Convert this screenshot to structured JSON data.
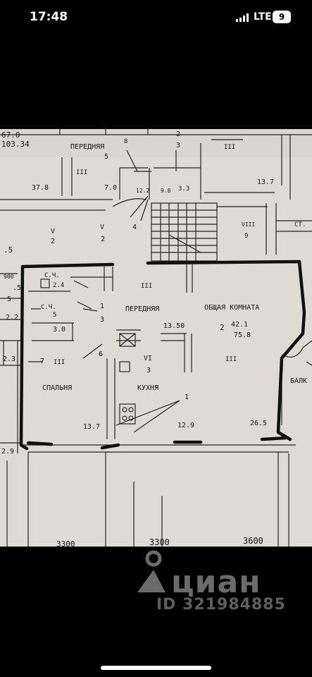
{
  "status_bar": {
    "time": "17:48",
    "network": "LTE",
    "battery": "9"
  },
  "floor_plan": {
    "rooms": {
      "hall_top": "ПЕРЕДНЯЯ",
      "hall": "ПЕРЕДНЯЯ",
      "living": "ОБЩАЯ КОМНАТА",
      "kitchen": "КУХНЯ",
      "bedroom": "СПАЛЬНЯ",
      "balcony": "БАЛК",
      "wc": "С.Ч.",
      "wc2": "С.Ч."
    },
    "areas": {
      "a670": "67.0",
      "a10334": "103.34",
      "a378": "37.8",
      "a70": "7.0",
      "a137_top": "13.7",
      "a3_13": "3.3",
      "a24": "2.4",
      "a30": "3.0",
      "a1350": "13.50",
      "a421": "42.1",
      "a758": "75.8",
      "a137": "13.7",
      "a129": "12.9",
      "a265": "26.5",
      "a23": "2.3",
      "a22": "2.2",
      "a29": "2.9",
      "a5": "5",
      "a900": "900",
      "a5b": ".5",
      "a5c": ".5",
      "a12": "12.2",
      "a98": "9.8"
    },
    "numbers": {
      "n8": "8",
      "n5": "5",
      "n2": "2",
      "n3": "3",
      "n4": "4",
      "n1": "1",
      "n6": "6",
      "n7": "7",
      "n2b": "2",
      "n3b": "3",
      "n1b": "1"
    },
    "marks": {
      "m_III": "III",
      "m_V": "V",
      "m_VI": "VI",
      "m_VII": "VIII",
      "m_I": "I",
      "m_9": "9",
      "m_2": "2",
      "m_3": "3",
      "m_st": "СТ.",
      "m_5": "5"
    },
    "dimensions": {
      "d3300": "3300",
      "d3600": "3600",
      "d3300b": "3300"
    }
  },
  "watermark": {
    "brand": "циан",
    "id": "ID 321984885"
  }
}
